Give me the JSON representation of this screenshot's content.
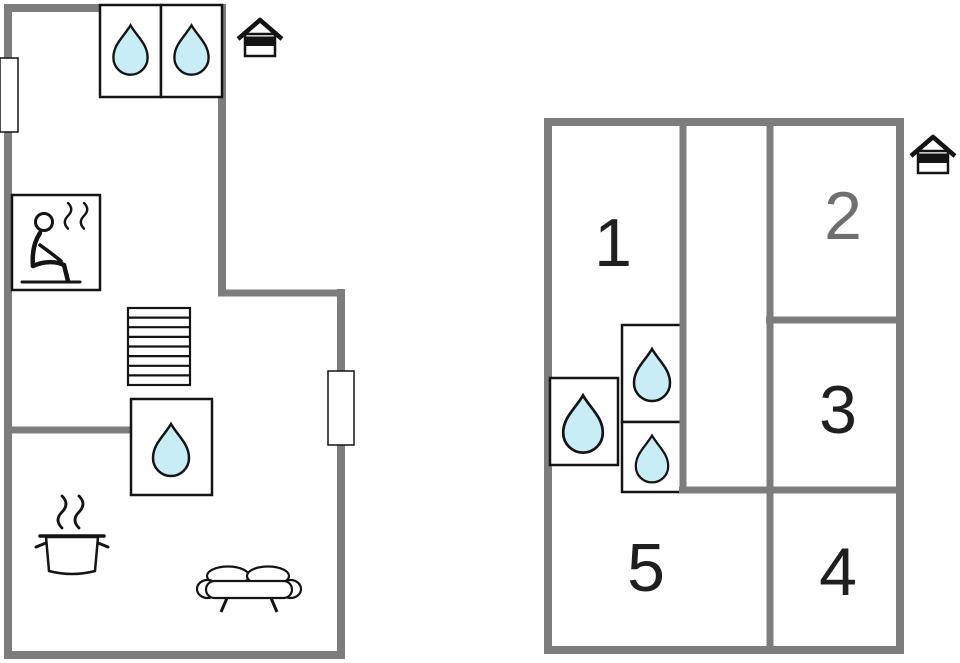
{
  "document": {
    "type": "floor-plan",
    "background": "#ffffff"
  },
  "colors": {
    "wall": "#7d7d7d",
    "outline": "#141414",
    "water_drop": "#c9edf6",
    "label": "#1f1f1f",
    "label_muted": "#6f6f6f"
  },
  "left_plan": {
    "icons": {
      "shower_drop_1": "water-drop-icon",
      "shower_drop_2": "water-drop-icon",
      "entrance": "entrance-house-icon",
      "sauna": "sauna-person-icon",
      "stairs": "stairs-icon",
      "wc_drop": "water-drop-icon",
      "kitchen": "cooking-pot-icon",
      "living": "sofa-icon"
    }
  },
  "right_plan": {
    "rooms": [
      {
        "label": "1"
      },
      {
        "label": "2"
      },
      {
        "label": "3"
      },
      {
        "label": "4"
      },
      {
        "label": "5"
      }
    ],
    "icons": {
      "entrance": "entrance-house-icon",
      "bath_drop_left": "water-drop-icon",
      "bath_drop_upper": "water-drop-icon",
      "bath_drop_lower": "water-drop-icon"
    }
  }
}
